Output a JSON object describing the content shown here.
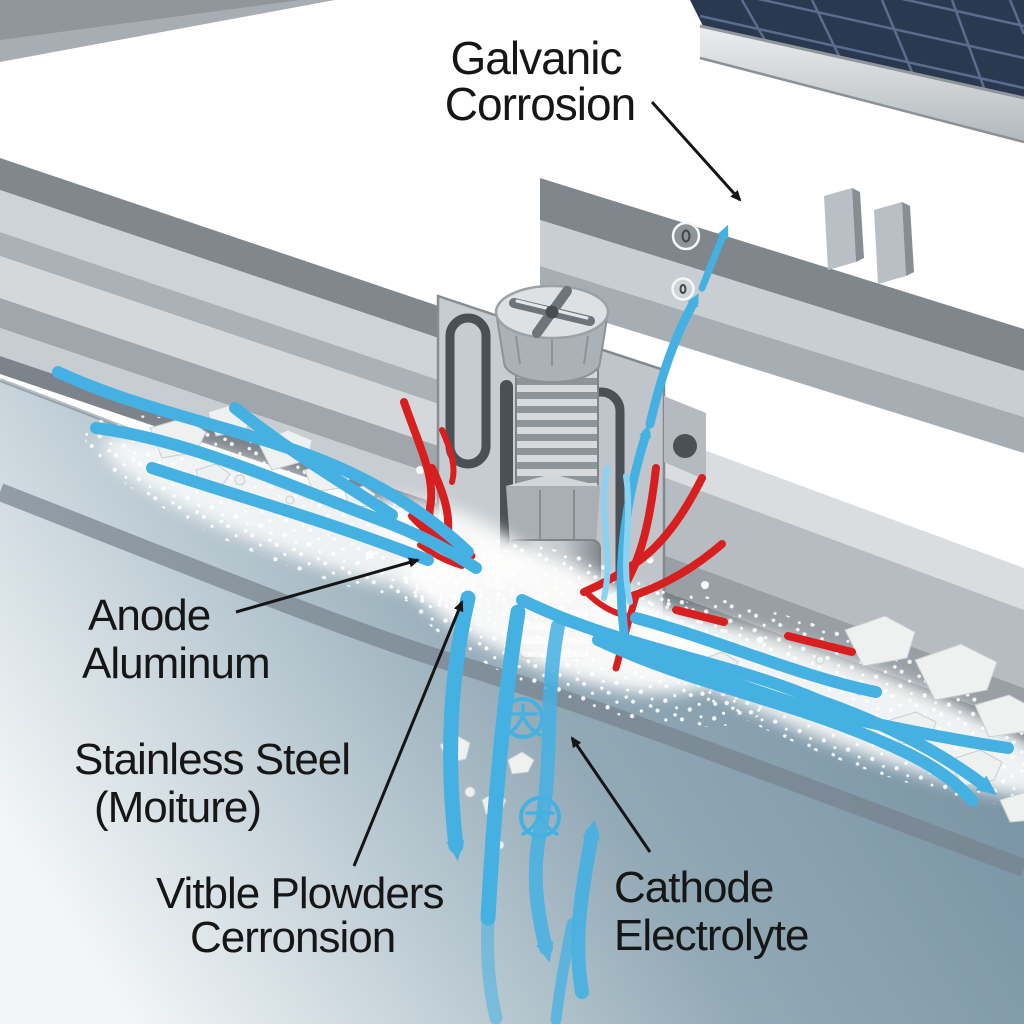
{
  "diagram": {
    "title_label": {
      "line1": "Galvanic",
      "line2": "Corrosion"
    },
    "labels": {
      "anode": {
        "line1": "Anode",
        "line2": "Aluminum"
      },
      "stainless": {
        "line1": "Stainless Steel",
        "line2": "(Moiture)"
      },
      "powder": {
        "line1": "Vitble Plowders",
        "line2": "Cerronsion"
      },
      "cathode": {
        "line1": "Cathode",
        "line2": "Electrolyte"
      }
    }
  },
  "colors": {
    "electrolyte_blue": "#45b1e3",
    "electrolyte_blue_light": "#8ad2f2",
    "corrosion_red": "#d81f1f",
    "label_black": "#161616",
    "panel_blue": "#2b3950",
    "panel_grid_blue": "#64779a",
    "rail_silver": "#c6ccd0",
    "ground_blue_gray": "#7f99a9",
    "powder_white": "#fbfcfb"
  },
  "icons": {
    "ion_symbol": "ion-symbol-icon",
    "electron_symbol": "electron-symbol-icon",
    "leader_arrow": "black-leader-arrow-icon",
    "flow_arrow": "blue-flow-arrow-icon",
    "corrosion_arrow": "red-corrosion-arrow-icon"
  }
}
